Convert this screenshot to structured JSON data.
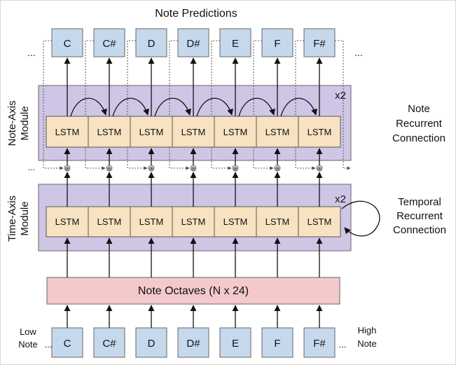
{
  "title": "Note Predictions",
  "prediction_notes": [
    "C",
    "C#",
    "D",
    "D#",
    "E",
    "F",
    "F#"
  ],
  "input_notes": [
    "C",
    "C#",
    "D",
    "D#",
    "E",
    "F",
    "F#"
  ],
  "note_axis_module": {
    "label_line1": "Note-Axis",
    "label_line2": "Module",
    "multiplier": "x2",
    "cell_label": "LSTM"
  },
  "time_axis_module": {
    "label_line1": "Time-Axis",
    "label_line2": "Module",
    "multiplier": "x2",
    "cell_label": "LSTM"
  },
  "note_recurrent": {
    "line1": "Note",
    "line2": "Recurrent",
    "line3": "Connection"
  },
  "temporal_recurrent": {
    "line1": "Temporal",
    "line2": "Recurrent",
    "line3": "Connection"
  },
  "octaves_label": "Note Octaves (N x 24)",
  "low_note": {
    "line1": "Low",
    "line2": "Note"
  },
  "high_note": {
    "line1": "High",
    "line2": "Note"
  },
  "ellipsis": "...",
  "combine_symbol": "⊕",
  "colors": {
    "note_box": "#c6d9ec",
    "module_box": "#cfc6e6",
    "lstm_box": "#f7e2c1",
    "octave_box": "#f3c9cc"
  }
}
